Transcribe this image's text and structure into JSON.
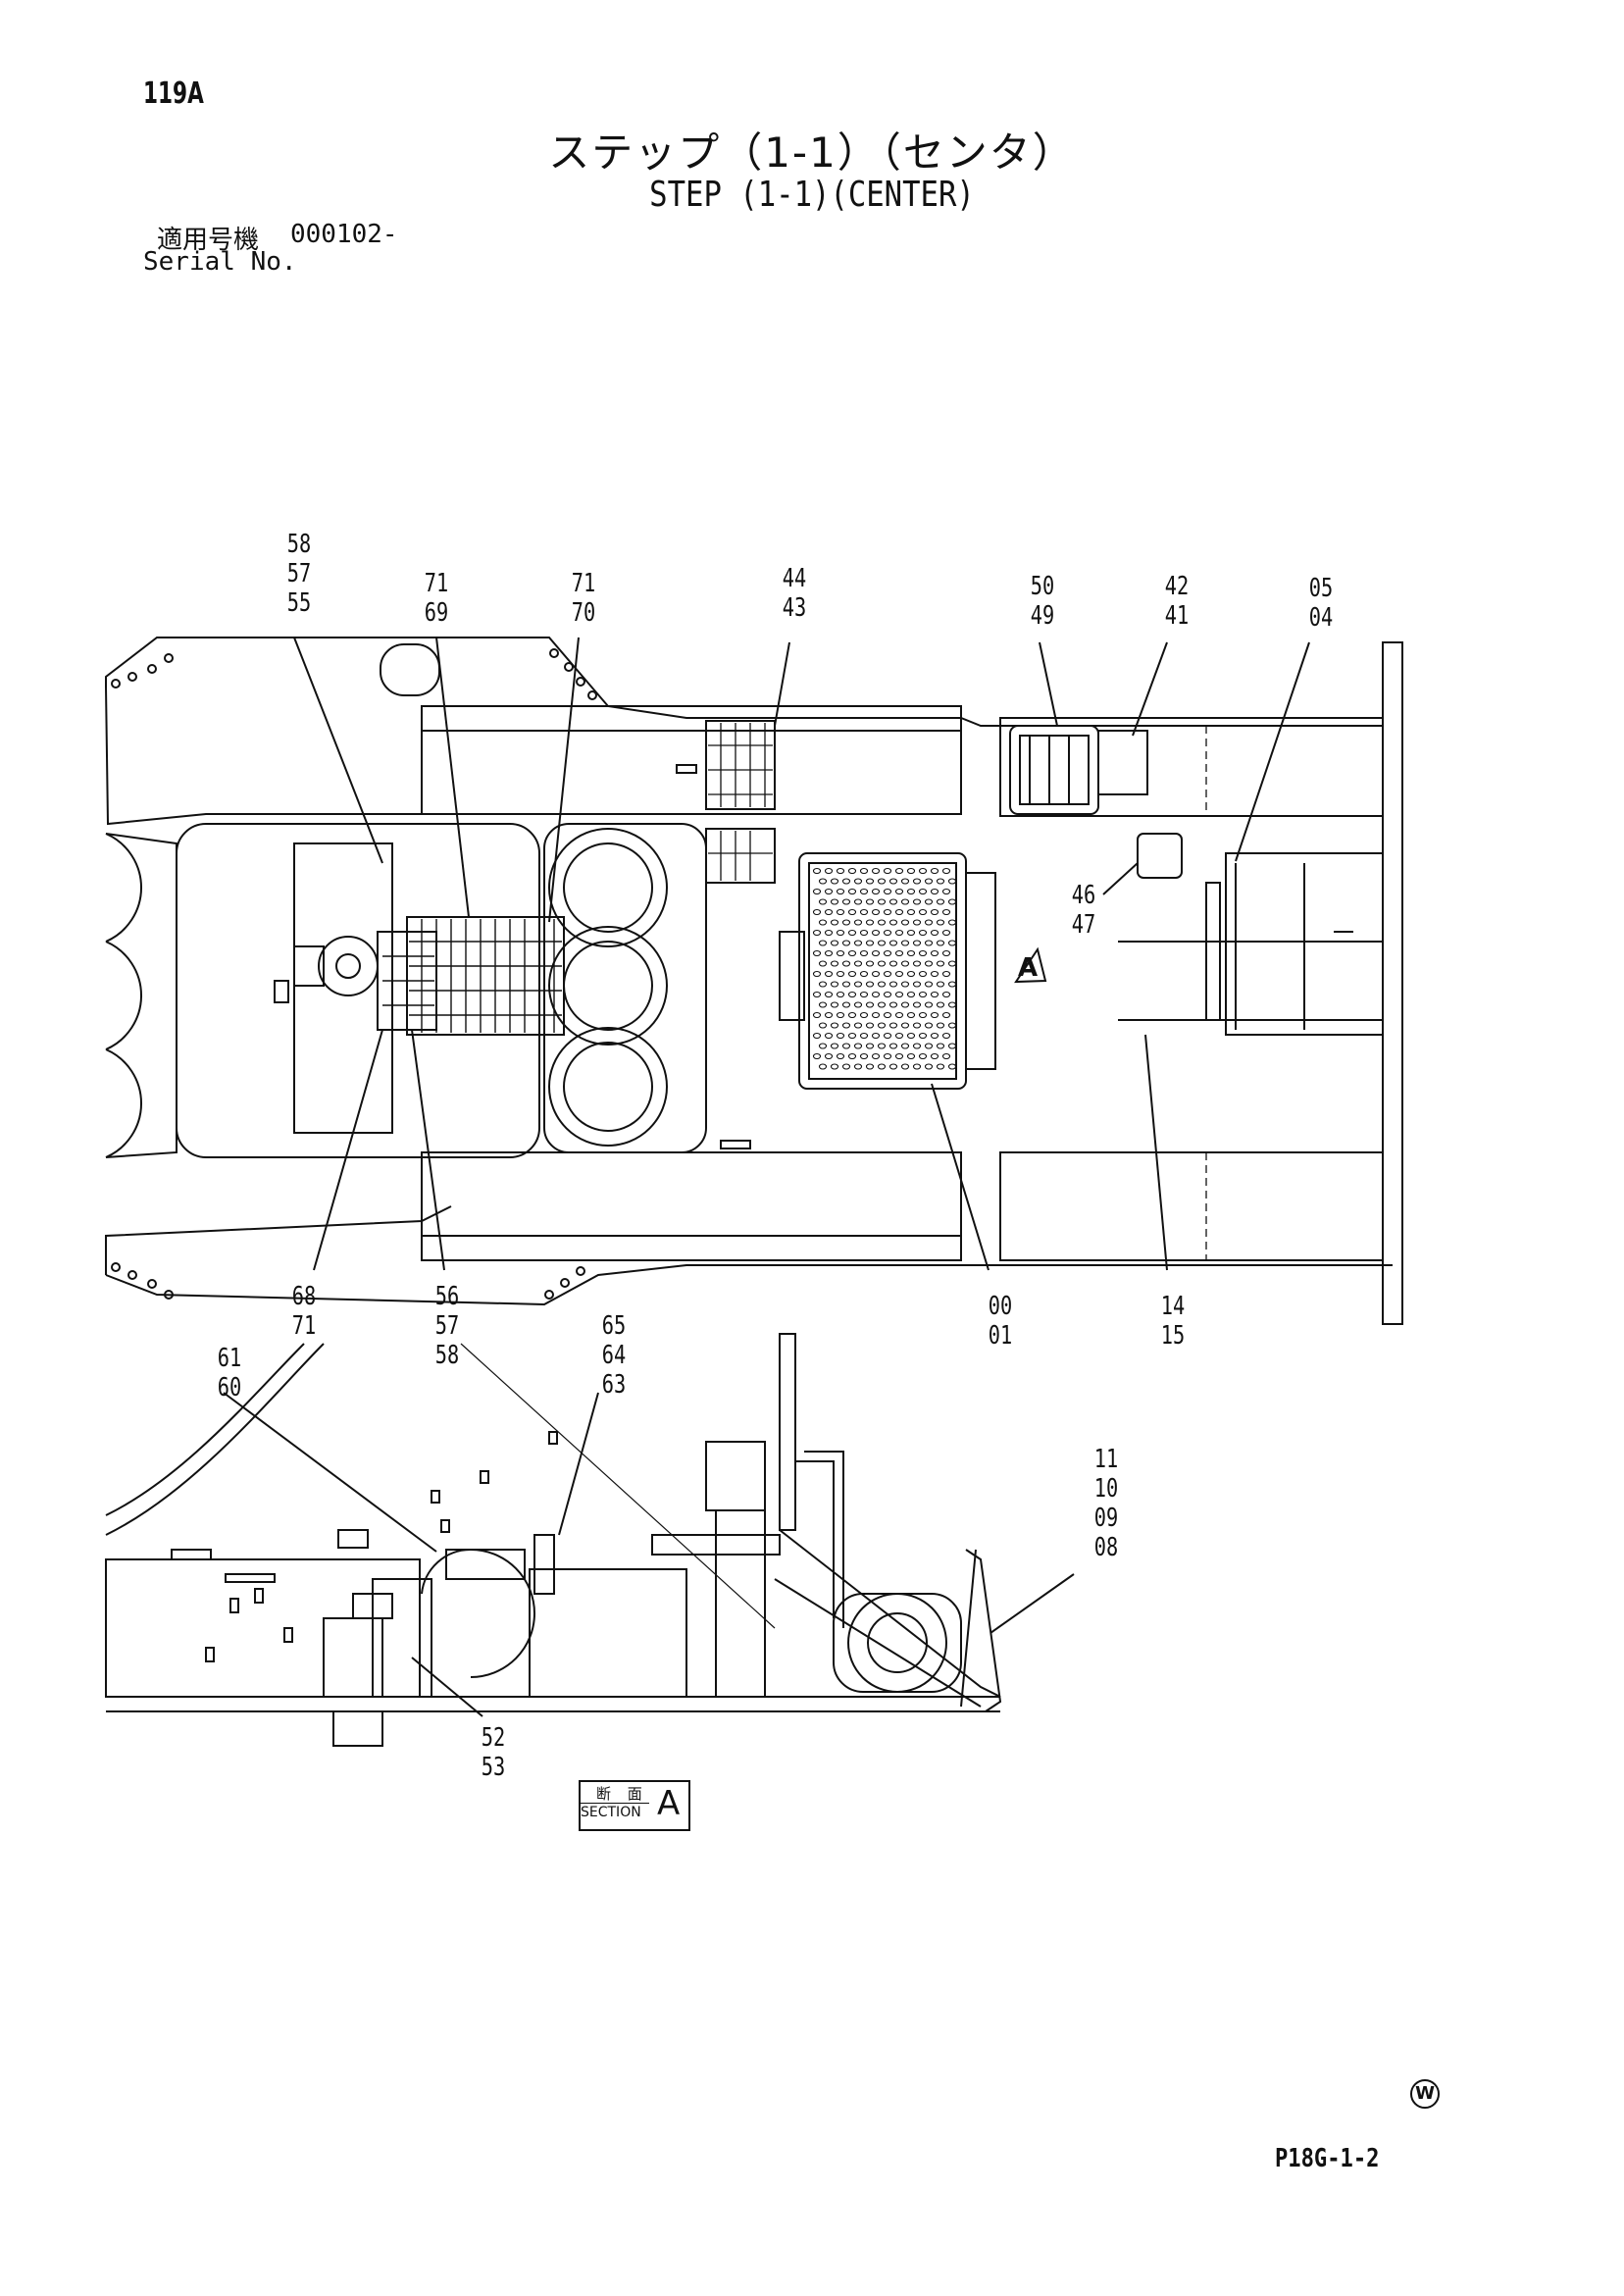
{
  "header": {
    "page_id": "119A",
    "title_jp": "ステップ（1-1）（センタ）",
    "title_en": "STEP (1-1)(CENTER)",
    "serial_label_jp": "適用号機",
    "serial_value": "000102-",
    "serial_label_en": "Serial No."
  },
  "callouts": [
    {
      "id": "c58-57-55",
      "lines": [
        "58",
        "57",
        "55"
      ]
    },
    {
      "id": "c71-69",
      "lines": [
        "71",
        "69"
      ]
    },
    {
      "id": "c71-70",
      "lines": [
        "71",
        "70"
      ]
    },
    {
      "id": "c44-43",
      "lines": [
        "44",
        "43"
      ]
    },
    {
      "id": "c50-49",
      "lines": [
        "50",
        "49"
      ]
    },
    {
      "id": "c42-41",
      "lines": [
        "42",
        "41"
      ]
    },
    {
      "id": "c05-04",
      "lines": [
        "05",
        "04"
      ]
    },
    {
      "id": "c46-47",
      "lines": [
        "46",
        "47"
      ]
    },
    {
      "id": "c68-71",
      "lines": [
        "68",
        "71"
      ]
    },
    {
      "id": "c56-57-58",
      "lines": [
        "56",
        "57",
        "58"
      ]
    },
    {
      "id": "c00-01",
      "lines": [
        "00",
        "01"
      ]
    },
    {
      "id": "c14-15",
      "lines": [
        "14",
        "15"
      ]
    },
    {
      "id": "c61-60",
      "lines": [
        "61",
        "60"
      ]
    },
    {
      "id": "c65-64-63",
      "lines": [
        "65",
        "64",
        "63"
      ]
    },
    {
      "id": "c11-10-09-08",
      "lines": [
        "11",
        "10",
        "09",
        "08"
      ]
    },
    {
      "id": "c52-53",
      "lines": [
        "52",
        "53"
      ]
    }
  ],
  "view_marker": "A",
  "section": {
    "label_jp": "断 面",
    "label_en": "SECTION",
    "letter": "A"
  },
  "watermark": "W",
  "footer": {
    "doc_code": "P18G-1-2"
  }
}
